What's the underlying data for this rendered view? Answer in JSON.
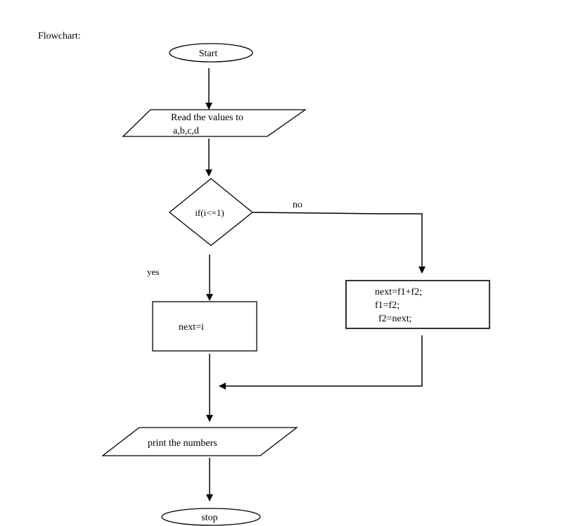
{
  "heading": "Flowchart:",
  "nodes": {
    "start": "Start",
    "read_line1": "Read the values to",
    "read_line2": "a,b,c,d",
    "decision": "if(i<=1)",
    "yes_process": "next=i",
    "no_process_line1": "next=f1+f2;",
    "no_process_line2": "f1=f2;",
    "no_process_line3": "f2=next;",
    "print": "print the numbers",
    "stop": "stop"
  },
  "branch_labels": {
    "yes": "yes",
    "no": "no"
  }
}
